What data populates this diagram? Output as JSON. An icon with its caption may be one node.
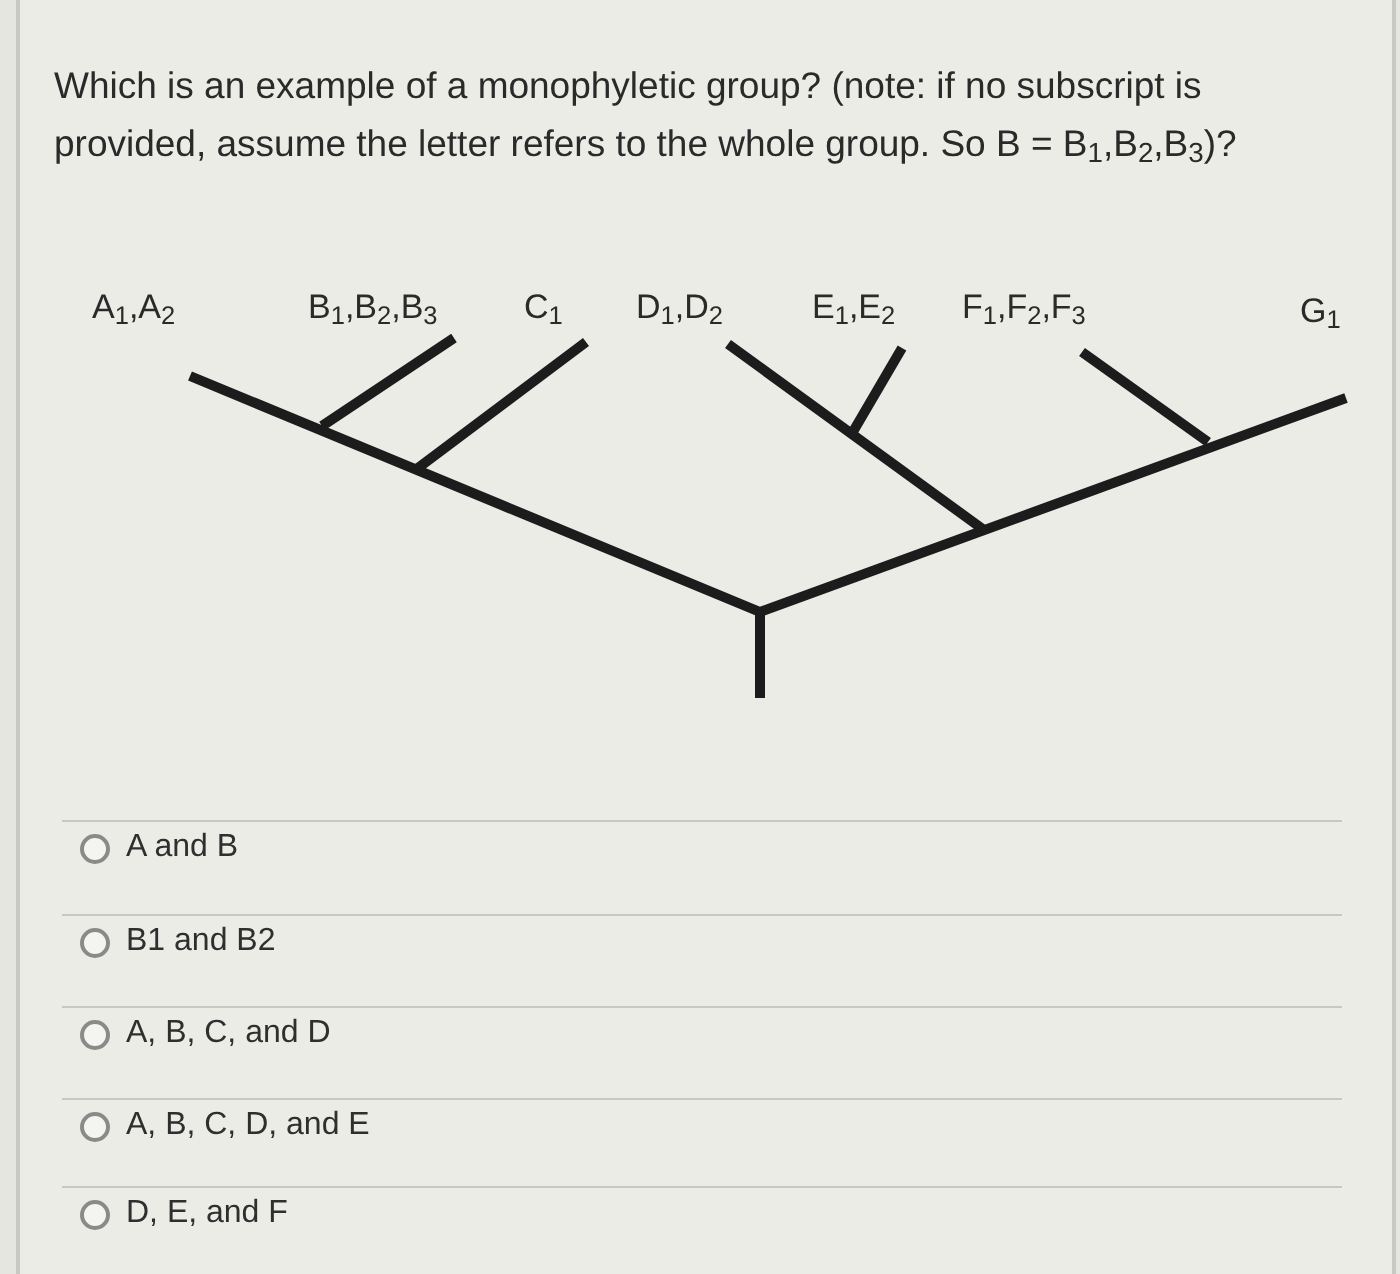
{
  "diagram": {
    "title": "Which is an example of a monophyletic group? (note: if no subscript is provided, assume the letter refers to the whole group. So B = B$_{1}$,B$_{2}$,B$_{3}$)?",
    "labels": [
      "A$_{1}$,A$_{2}$",
      "B$_{1}$,B$_{2}$,B$_{3}$",
      "C$_{1}$",
      "D$_{1}$,D$_{2}$",
      "E$_{1}$,E$_{2}$",
      "F$_{1}$,F$_{2}$,F$_{3}$",
      "G$_{1}$",
      "A and B",
      "B1 and B2",
      "A, B, C, and D",
      "A, B, C, D, and E",
      "D, E, and F"
    ]
  }
}
